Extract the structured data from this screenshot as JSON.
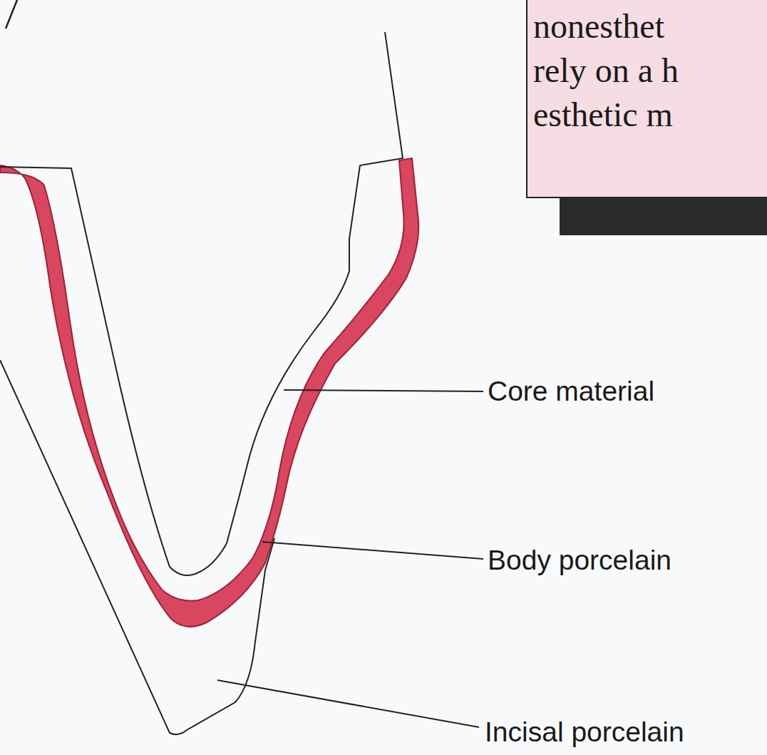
{
  "diagram": {
    "nodes": [
      {
        "text": [
          "nonesthet rely on a h esthetic m"
        ]
      }
    ],
    "labels": [
      "Core material",
      "Body porcelain",
      "Incisal porcelain"
    ]
  }
}
